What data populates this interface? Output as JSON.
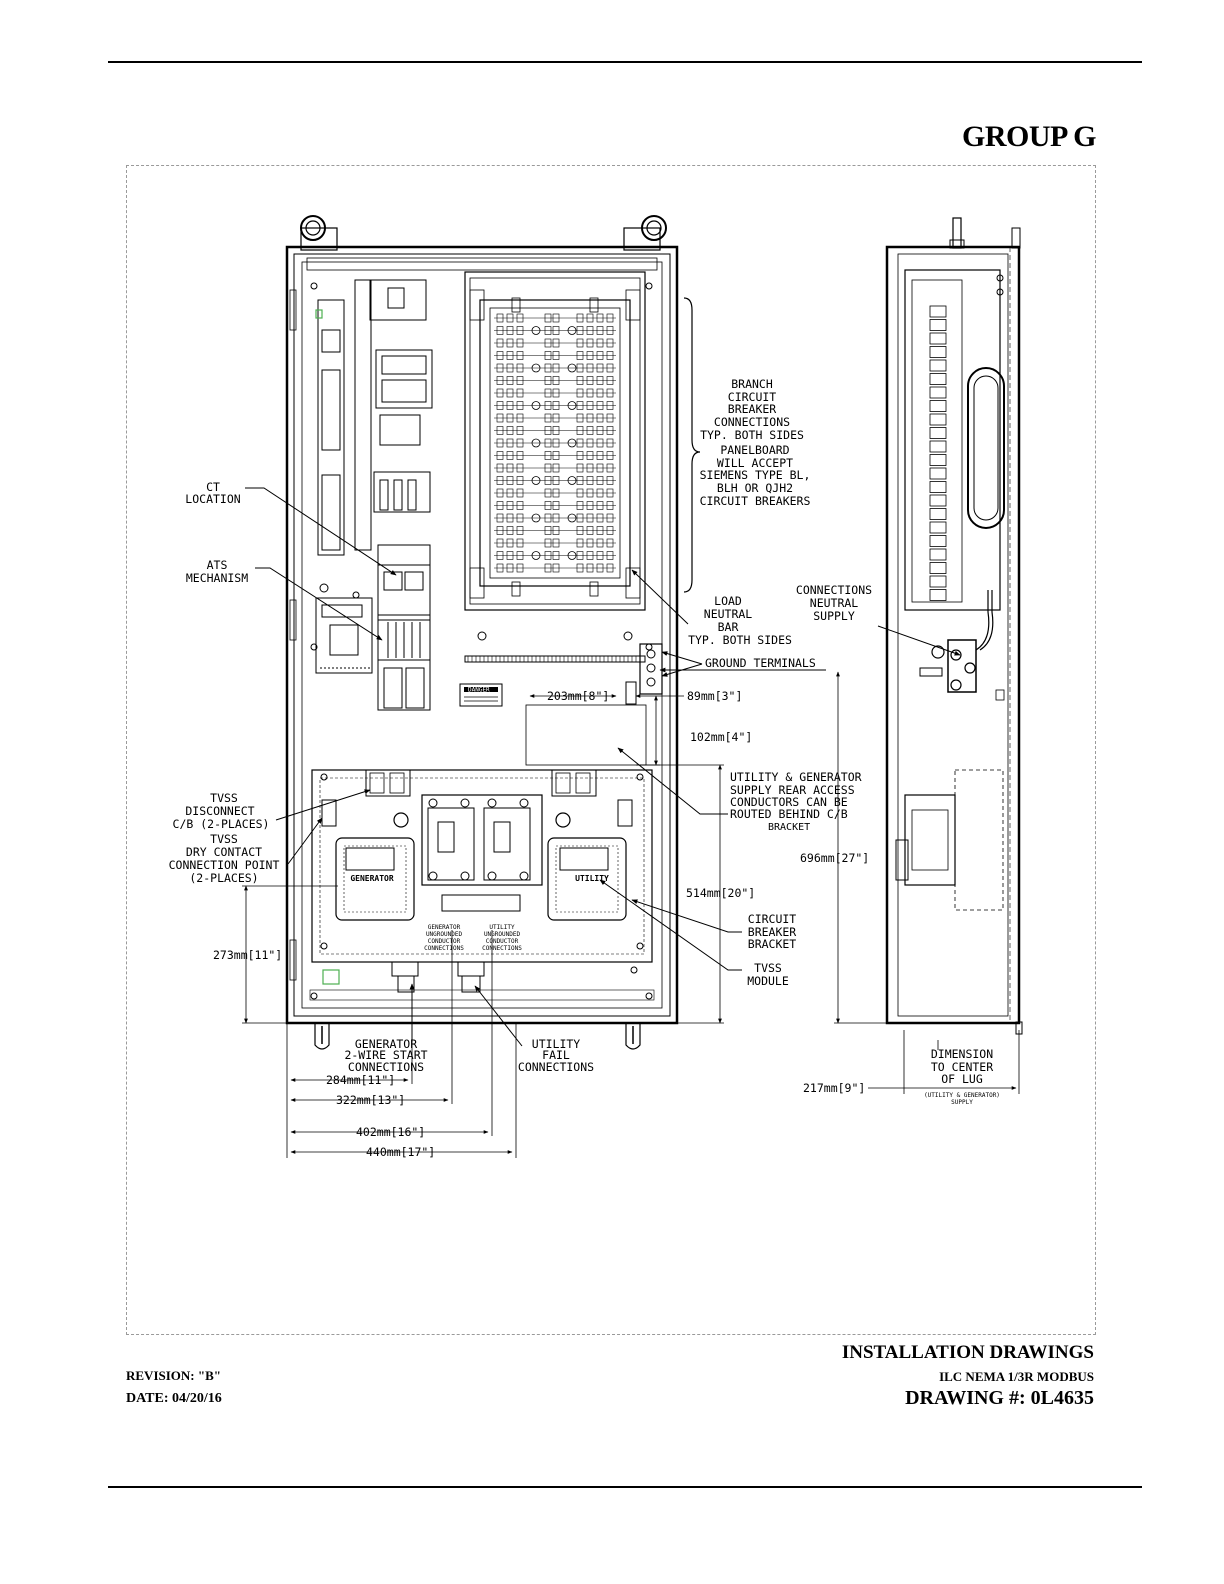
{
  "header": {
    "group_title": "GROUP G"
  },
  "labels": {
    "branch": [
      "BRANCH",
      "CIRCUIT",
      "BREAKER",
      "CONNECTIONS",
      "TYP. BOTH SIDES"
    ],
    "panelboard": [
      "PANELBOARD",
      "WILL ACCEPT",
      "SIEMENS TYPE BL,",
      "BLH OR QJH2",
      "CIRCUIT BREAKERS"
    ],
    "ct_location": [
      "CT",
      "LOCATION"
    ],
    "ats_mechanism": [
      "ATS",
      "MECHANISM"
    ],
    "load_neutral": [
      "LOAD",
      "NEUTRAL",
      "BAR",
      "TYP. BOTH SIDES"
    ],
    "ground_terminals": "GROUND TERMINALS",
    "connections_neutral_supply": [
      "CONNECTIONS",
      "NEUTRAL",
      "SUPPLY"
    ],
    "utility_generator_supply": [
      "UTILITY & GENERATOR",
      "SUPPLY REAR ACCESS",
      "CONDUCTORS CAN BE",
      "ROUTED BEHIND C/B",
      "BRACKET"
    ],
    "tvss_disconnect": [
      "TVSS",
      "DISCONNECT",
      "C/B (2-PLACES)"
    ],
    "tvss_dry_contact": [
      "TVSS",
      "DRY CONTACT",
      "CONNECTION POINT",
      "(2-PLACES)"
    ],
    "circuit_breaker_bracket": [
      "CIRCUIT",
      "BREAKER",
      "BRACKET"
    ],
    "tvss_module": [
      "TVSS",
      "MODULE"
    ],
    "generator_2wire": [
      "GENERATOR",
      "2-WIRE START",
      "CONNECTIONS"
    ],
    "utility_fail": [
      "UTILITY",
      "FAIL",
      "CONNECTIONS"
    ],
    "dimension_center_lug": [
      "DIMENSION",
      "TO CENTER",
      "OF LUG"
    ],
    "utility_generator_supply_small": [
      "(UTILITY & GENERATOR)",
      "SUPPLY"
    ],
    "module_generator": "GENERATOR",
    "module_utility": "UTILITY",
    "gen_ungrounded": [
      "GENERATOR",
      "UNGROUNDED",
      "CONDUCTOR",
      "CONNECTIONS"
    ],
    "util_ungrounded": [
      "UTILITY",
      "UNGROUNDED",
      "CONDUCTOR",
      "CONNECTIONS"
    ],
    "danger": "DANGER"
  },
  "dimensions": {
    "d203": "203mm[8\"]",
    "d89": "89mm[3\"]",
    "d102": "102mm[4\"]",
    "d696": "696mm[27\"]",
    "d514": "514mm[20\"]",
    "d273": "273mm[11\"]",
    "d284": "284mm[11\"]",
    "d322": "322mm[13\"]",
    "d402": "402mm[16\"]",
    "d440": "440mm[17\"]",
    "d217": "217mm[9\"]"
  },
  "title_block": {
    "revision": "REVISION: \"B\"",
    "date": "DATE: 04/20/16",
    "installation": "INSTALLATION DRAWINGS",
    "model": "ILC NEMA 1/3R MODBUS",
    "drawing_number": "DRAWING #: 0L4635"
  }
}
